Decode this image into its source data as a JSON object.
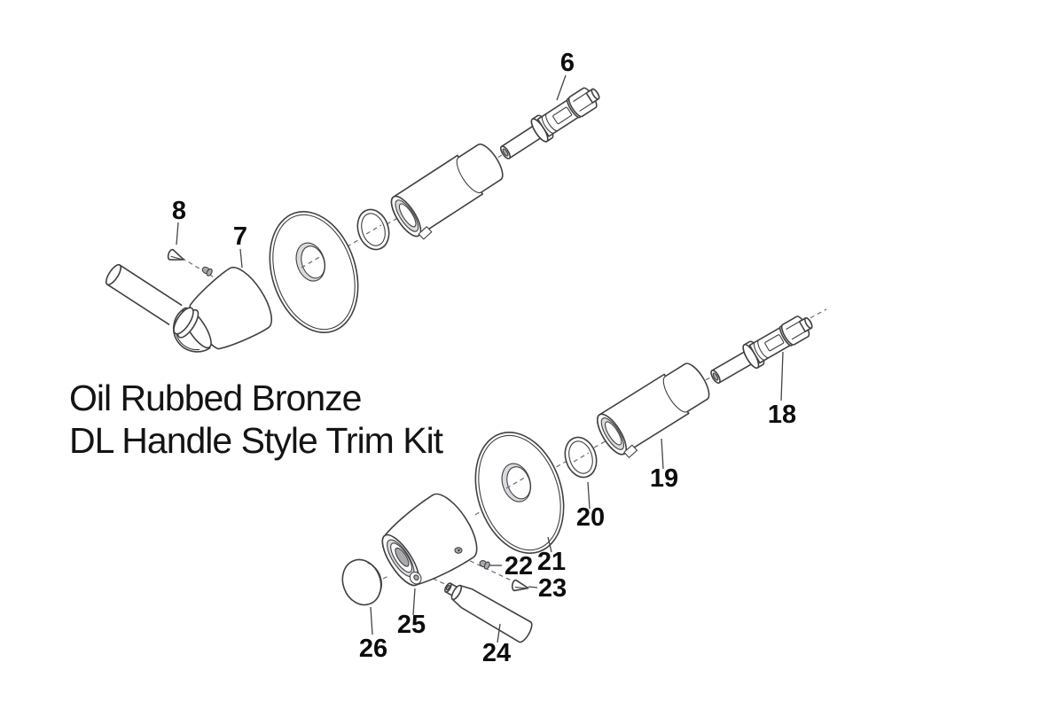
{
  "title": {
    "line1": "Oil Rubbed Bronze",
    "line2": "DL Handle Style Trim Kit"
  },
  "labels": {
    "p6": "6",
    "p7": "7",
    "p8": "8",
    "p18": "18",
    "p19": "19",
    "p20": "20",
    "p21": "21",
    "p22": "22",
    "p23": "23",
    "p24": "24",
    "p25": "25",
    "p26": "26"
  },
  "colors": {
    "background": "#ffffff",
    "line_art": "#404040",
    "label_text": "#0d0d0d",
    "dashed_guide": "#6a6a6a",
    "metal_gray": "#a9a9b0"
  }
}
